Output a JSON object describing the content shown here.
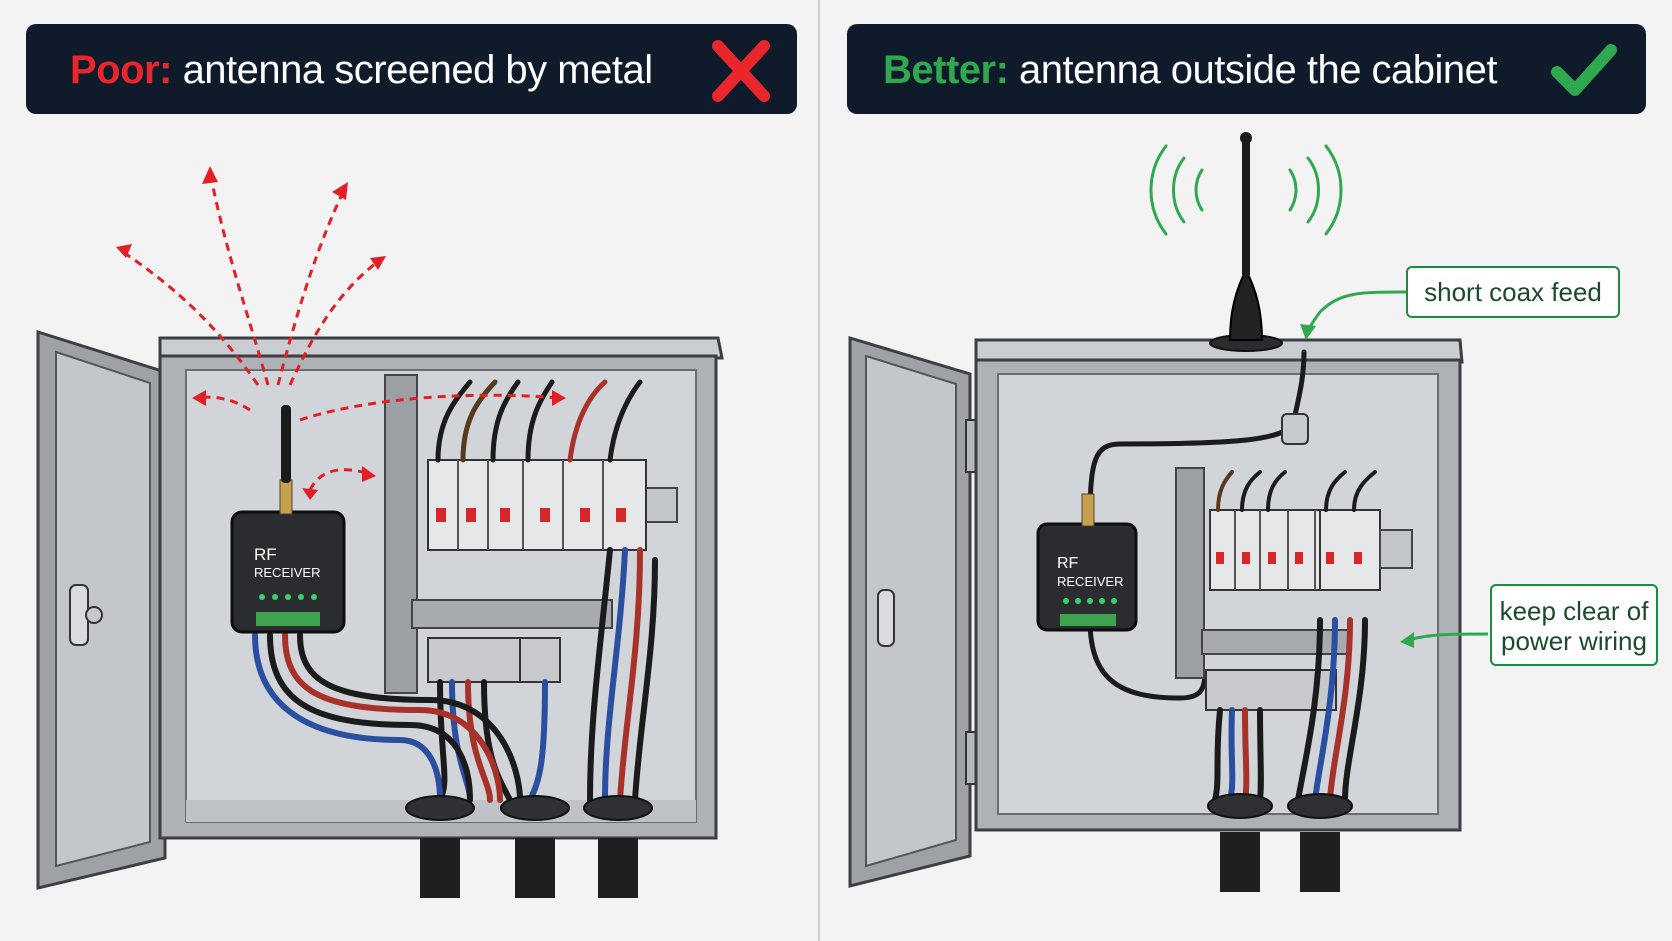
{
  "colors": {
    "poor": "#e8262b",
    "better": "#2fa84f",
    "banner_bg": "#0f1a2b",
    "callout_green": "#1f8a45"
  },
  "left_panel": {
    "banner": {
      "prefix": "Poor:",
      "text": "antenna screened by metal"
    },
    "status_icon": "cross-icon",
    "device": {
      "line1": "RF",
      "line2": "RECEIVER"
    }
  },
  "right_panel": {
    "banner": {
      "prefix": "Better:",
      "text": "antenna outside the cabinet"
    },
    "status_icon": "check-icon",
    "device": {
      "line1": "RF",
      "line2": "RECEIVER"
    },
    "callouts": {
      "coax": "short coax feed",
      "wiring_line1": "keep clear of",
      "wiring_line2": "power wiring"
    }
  }
}
